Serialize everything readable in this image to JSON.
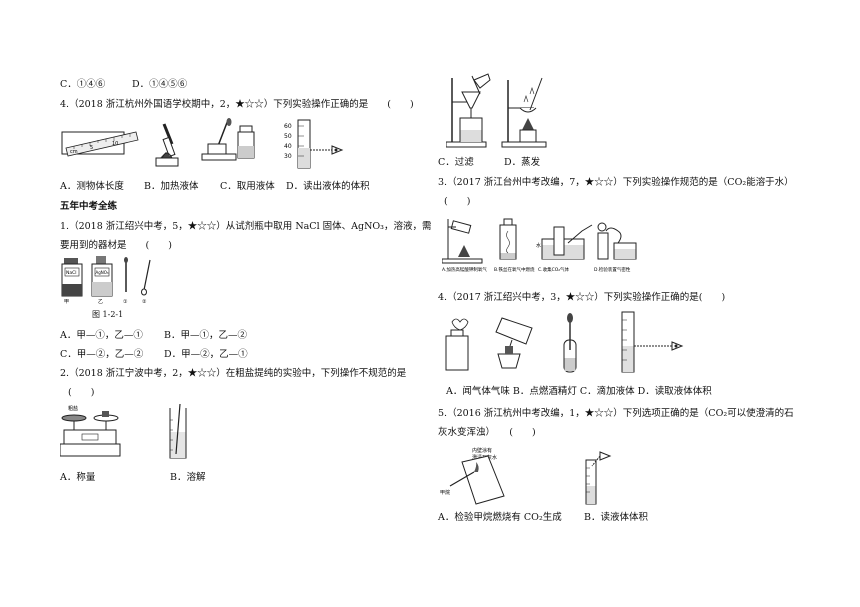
{
  "left": {
    "prev_options": {
      "c": "C．①④⑥",
      "d": "D．①④⑤⑥"
    },
    "q4": {
      "stem": "4.（2018 浙江杭州外国语学校期中，2，★☆☆）下列实验操作正确的是　　(　　)",
      "options": {
        "a": "A．测物体长度",
        "b": "B．加热液体",
        "c": "C．取用液体",
        "d": "D．读出液体的体积"
      },
      "ruler_labels": [
        "cm",
        "5",
        "10"
      ],
      "cylinder_marks": [
        "60",
        "50",
        "40",
        "30"
      ]
    },
    "section_title": "五年中考全练",
    "q1": {
      "stem_line1": "1.（2018 浙江绍兴中考，5，★☆☆）从试剂瓶中取用 NaCl 固体、AgNO₃，溶液，需",
      "stem_line2": "要用到的器材是　　(　　)",
      "bottle_labels": [
        "NaCl",
        "AgNO₃"
      ],
      "under_labels": [
        "甲",
        "乙",
        "①",
        "②"
      ],
      "figure_caption": "图 1-2-1",
      "options": {
        "a": "A．甲—①，乙—①",
        "b": "B．甲—①，乙—②",
        "c": "C．甲—②，乙—②",
        "d": "D．甲—②，乙—①"
      }
    },
    "q2": {
      "stem_line1": "2.（2018 浙江宁波中考，2，★☆☆）在粗盐提纯的实验中，下列操作不规范的是",
      "stem_line2": "(　　)",
      "balance_label": "粗盐",
      "options": {
        "a": "A．称量",
        "b": "B．溶解"
      }
    }
  },
  "right": {
    "prev_options": {
      "c": "C．过滤",
      "d": "D．蒸发"
    },
    "q3": {
      "stem_line1": "3.（2017 浙江台州中考改编，7，★☆☆）下列实验操作规范的是（CO₂能溶于水）",
      "stem_line2": "(　　)",
      "figure_labels": [
        "A.加热高锰酸钾制氧气",
        "B.铁丝在氧气中燃烧",
        "C.收集CO₂气体",
        "D.检验装置气密性"
      ],
      "water_label": "水"
    },
    "q4": {
      "stem": "4.（2017 浙江绍兴中考，3，★☆☆）下列实验操作正确的是(　　)",
      "options": "A．闻气体气味 B．点燃酒精灯 C．滴加液体 D．读取液体体积"
    },
    "q5": {
      "stem_line1": "5.（2016 浙江杭州中考改编，1，★☆☆）下列选项正确的是（CO₂可以使澄清的石",
      "stem_line2": "灰水变浑浊）　　(　　)",
      "beaker_label_1": "内壁涂有",
      "beaker_label_2": "澄清石灰水",
      "flame_label": "甲烷",
      "options": {
        "a": "A．检验甲烷燃烧有 CO₂生成",
        "b": "B．读液体体积"
      }
    }
  }
}
